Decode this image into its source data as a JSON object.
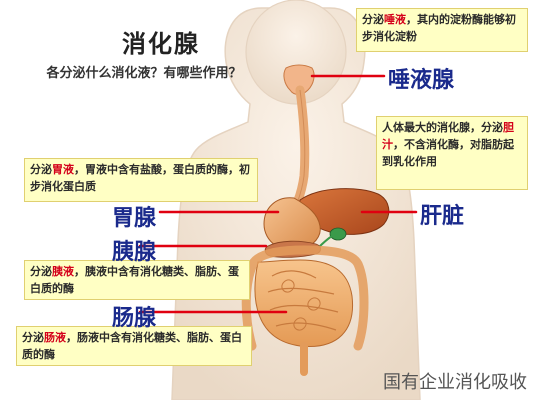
{
  "title": "消化腺",
  "question": "各分泌什么消化液？有哪些作用？",
  "notes": {
    "saliva": {
      "pre": "分泌",
      "hl": "唾液",
      "post": "，其内的淀粉酶能够初步消化淀粉"
    },
    "liver": {
      "pre": "人体最大的消化腺，分泌",
      "hl": "胆汁",
      "post": "，不含消化酶，对脂肪起到乳化作用"
    },
    "gastric": {
      "pre": "分泌",
      "hl": "胃液",
      "post": "，胃液中含有盐酸，蛋白质的酶，初步消化蛋白质"
    },
    "pancreas": {
      "pre": "分泌",
      "hl": "胰液",
      "post": "，胰液中含有消化糖类、脂肪、蛋白质的酶"
    },
    "intestine": {
      "pre": "分泌",
      "hl": "肠液",
      "post": "，肠液中含有消化糖类、脂肪、蛋白质的酶"
    }
  },
  "labels": {
    "saliva": "唾液腺",
    "liver": "肝脏",
    "gastric": "胃腺",
    "pancreas": "胰腺",
    "intestine": "肠腺"
  },
  "caption": "国有企业消化吸收",
  "colors": {
    "arrow": "#e00010",
    "label": "#1a2a8c",
    "note_bg": "#ffffc4",
    "highlight": "#d4001a"
  }
}
